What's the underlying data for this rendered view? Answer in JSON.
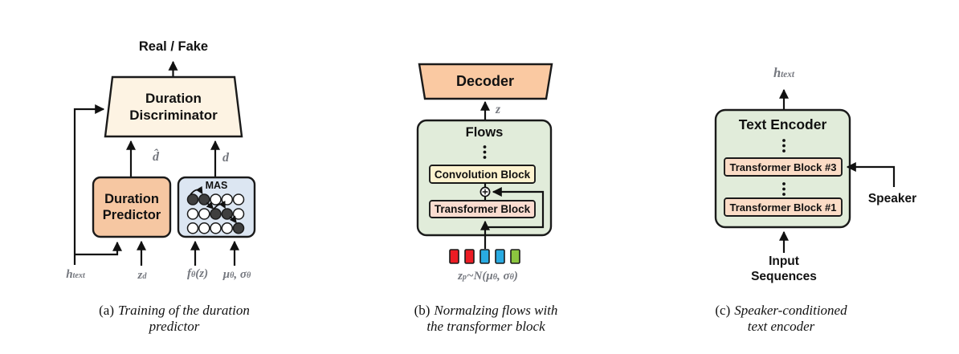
{
  "figure": {
    "type": "model-architecture-diagram",
    "panels": [
      "a",
      "b",
      "c"
    ]
  },
  "colors": {
    "outline": "#1a1a1a",
    "discriminator_fill": "#fdf3e3",
    "predictor_fill": "#f6c7a2",
    "mas_fill": "#dce6f2",
    "mas_node_filled": "#3f3f3f",
    "mas_node_empty": "#ffffff",
    "decoder_fill": "#fac9a2",
    "flows_fill": "#e1ecda",
    "conv_fill": "#fdf3cf",
    "transformer_fill": "#fbdcd0",
    "encoder_fill": "#e1ecda",
    "encoder_block_fill": "#fbdcc6",
    "gray_label": "#75787f"
  },
  "panel_a": {
    "output_label": "Real / Fake",
    "discriminator": {
      "line1": "Duration",
      "line2": "Discriminator"
    },
    "predictor": {
      "line1": "Duration",
      "line2": "Predictor"
    },
    "mas_title": "MAS",
    "d_hat": "d̂",
    "d": "d",
    "h_text": {
      "base": "h",
      "sub": "text"
    },
    "z_d": {
      "base": "z",
      "sub": "d"
    },
    "f_theta": {
      "base": "f",
      "sub": "θ",
      "rest": "(z)"
    },
    "mu_sigma": {
      "base1": "μ",
      "sub1": "θ",
      "mid": ", ",
      "base2": "σ",
      "sub2": "θ"
    },
    "caption": {
      "prefix": "(a)",
      "line1": "Training of the duration",
      "line2": "predictor"
    }
  },
  "panel_b": {
    "decoder": "Decoder",
    "z": "z",
    "flows_title": "Flows",
    "conv_block": "Convolution Block",
    "transformer_block": "Transformer Block",
    "token_colors": [
      "#ed1c24",
      "#ed1c24",
      "#29abe2",
      "#29abe2",
      "#8cc63f"
    ],
    "zp_label": {
      "base1": "z",
      "sub1": "p",
      "mid1": "~N(",
      "base2": "μ",
      "sub2": "θ",
      "mid2": ", ",
      "base3": "σ",
      "sub3": "θ",
      "end": ")"
    },
    "caption": {
      "prefix": "(b)",
      "line1": "Normalzing flows with",
      "line2": "the transformer block"
    }
  },
  "panel_c": {
    "h_text": {
      "base": "h",
      "sub": "text"
    },
    "encoder_title": "Text Encoder",
    "transformer_block_3": "Transformer Block #3",
    "transformer_block_1": "Transformer Block #1",
    "speaker": "Speaker",
    "input": {
      "line1": "Input",
      "line2": "Sequences"
    },
    "caption": {
      "prefix": "(c)",
      "line1": "Speaker-conditioned",
      "line2": "text encoder"
    }
  }
}
